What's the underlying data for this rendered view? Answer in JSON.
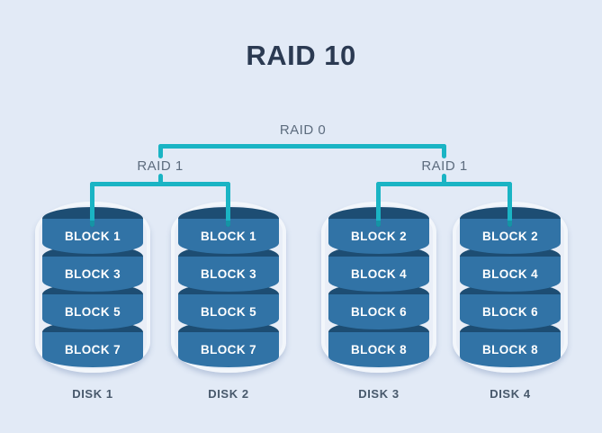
{
  "title": "RAID 10",
  "tree": {
    "root_label": "RAID 0",
    "groups": [
      {
        "label": "RAID 1"
      },
      {
        "label": "RAID 1"
      }
    ]
  },
  "disks": [
    {
      "name": "DISK 1",
      "blocks": [
        "BLOCK 1",
        "BLOCK 3",
        "BLOCK 5",
        "BLOCK 7"
      ]
    },
    {
      "name": "DISK 2",
      "blocks": [
        "BLOCK 1",
        "BLOCK 3",
        "BLOCK 5",
        "BLOCK 7"
      ]
    },
    {
      "name": "DISK 3",
      "blocks": [
        "BLOCK 2",
        "BLOCK 4",
        "BLOCK 6",
        "BLOCK 8"
      ]
    },
    {
      "name": "DISK 4",
      "blocks": [
        "BLOCK 2",
        "BLOCK 4",
        "BLOCK 6",
        "BLOCK 8"
      ]
    }
  ],
  "colors": {
    "background": "#e2eaf6",
    "accent_teal": "#1ab4c4",
    "cylinder_body": "#3173a6",
    "cylinder_cap": "#1d4d73",
    "disk_container": "#e9eef7",
    "title_text": "#2b3a52",
    "tree_label_text": "#5d6c7e",
    "disk_label_text": "#47586b",
    "block_text": "#ffffff"
  }
}
